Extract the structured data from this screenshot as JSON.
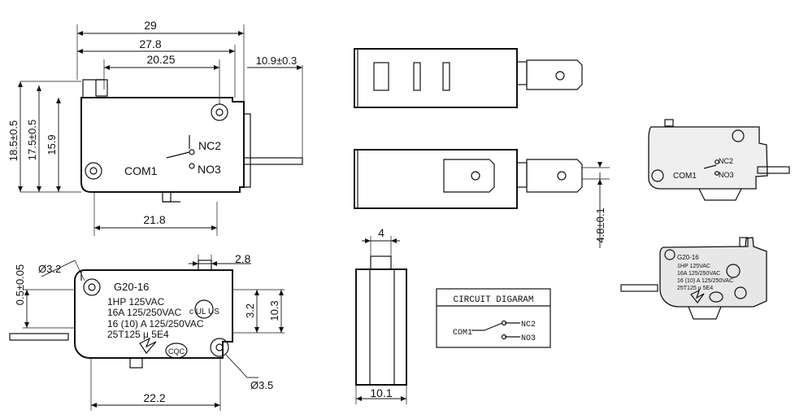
{
  "top_drawing": {
    "dims": {
      "overall": "29",
      "body_length": "27.8",
      "hole_spacing": "20.25",
      "terminal_offset": "10.9±0.3",
      "height_max": "18.5±0.5",
      "height_mid": "17.5±0.5",
      "height_body": "15.9",
      "lever_length": "21.8"
    },
    "labels": {
      "com": "COM1",
      "nc": "NC2",
      "no": "NO3"
    }
  },
  "bottom_drawing": {
    "dims": {
      "hole_dia": "Ø3.2",
      "left_offset": "0.5±0.05",
      "button_width": "2.8",
      "pin_height": "3.2",
      "side_height": "10.3",
      "bottom_hole": "Ø3.5",
      "base_length": "22.2"
    },
    "marking": {
      "model": "G20-16",
      "line1": "1HP 125VAC",
      "line2": "16A 125/250VAC",
      "line3": "16 (10) A 125/250VAC",
      "line4": "25T125  μ  5E4",
      "ul_mark": "c UL US",
      "cqc_mark": "CQC"
    }
  },
  "right_views": {
    "depth": "4.8±0.1"
  },
  "side_view": {
    "top_width": "4",
    "bottom_width": "10.1"
  },
  "circuit_diagram": {
    "title": "CIRCUIT DIGARAM",
    "com": "COM1",
    "nc": "NC2",
    "no": "NO3"
  },
  "product_views": [
    {
      "labels": {
        "com": "COM1",
        "nc": "NC2",
        "no": "NO3"
      }
    },
    {
      "marking": {
        "model": "G20-16",
        "line1": "1HP 125VAC",
        "line2": "16A 125/250VAC",
        "line3": "16 (10) A 125/250VAC",
        "line4": "25T125  μ  5E4"
      }
    }
  ]
}
